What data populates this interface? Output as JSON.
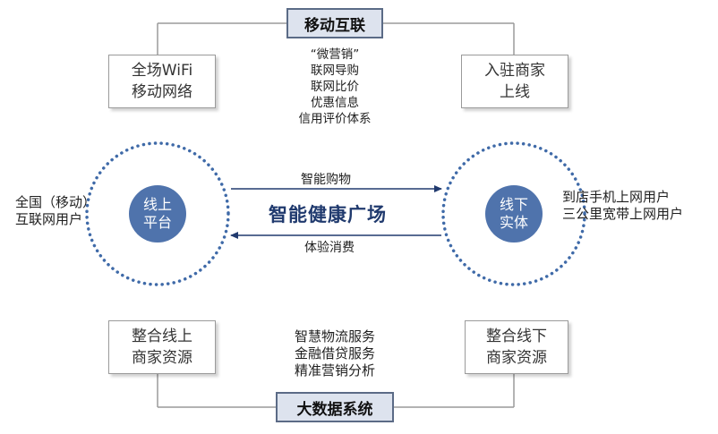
{
  "top_header": {
    "label": "移动互联"
  },
  "bottom_header": {
    "label": "大数据系统"
  },
  "top_left_box": {
    "lines": [
      "全场WiFi",
      "移动网络"
    ]
  },
  "top_right_box": {
    "lines": [
      "入驻商家",
      "上线"
    ]
  },
  "bottom_left_box": {
    "lines": [
      "整合线上",
      "商家资源"
    ]
  },
  "bottom_right_box": {
    "lines": [
      "整合线下",
      "商家资源"
    ]
  },
  "top_features": [
    "“微营销”",
    "联网导购",
    "联网比价",
    "优惠信息",
    "信用评价体系"
  ],
  "bottom_features": [
    "智慧物流服务",
    "金融借贷服务",
    "精准营销分析"
  ],
  "left_users": [
    "全国（移动）",
    "互联网用户"
  ],
  "right_users": [
    "到店手机上网用户",
    "三公里宽带上网用户"
  ],
  "online_node": {
    "lines": [
      "线上",
      "平台"
    ]
  },
  "offline_node": {
    "lines": [
      "线下",
      "实体"
    ]
  },
  "center_title": "智能健康广场",
  "arrow_right_label": "智能购物",
  "arrow_left_label": "体验消费",
  "colors": {
    "core_fill": "#4f73ac",
    "dotted_ring": "#3f6aa8",
    "arrow": "#203a6e",
    "header_fill": "#dde3ee",
    "header_border": "#5b6b86",
    "connector": "#9a9a9a"
  }
}
